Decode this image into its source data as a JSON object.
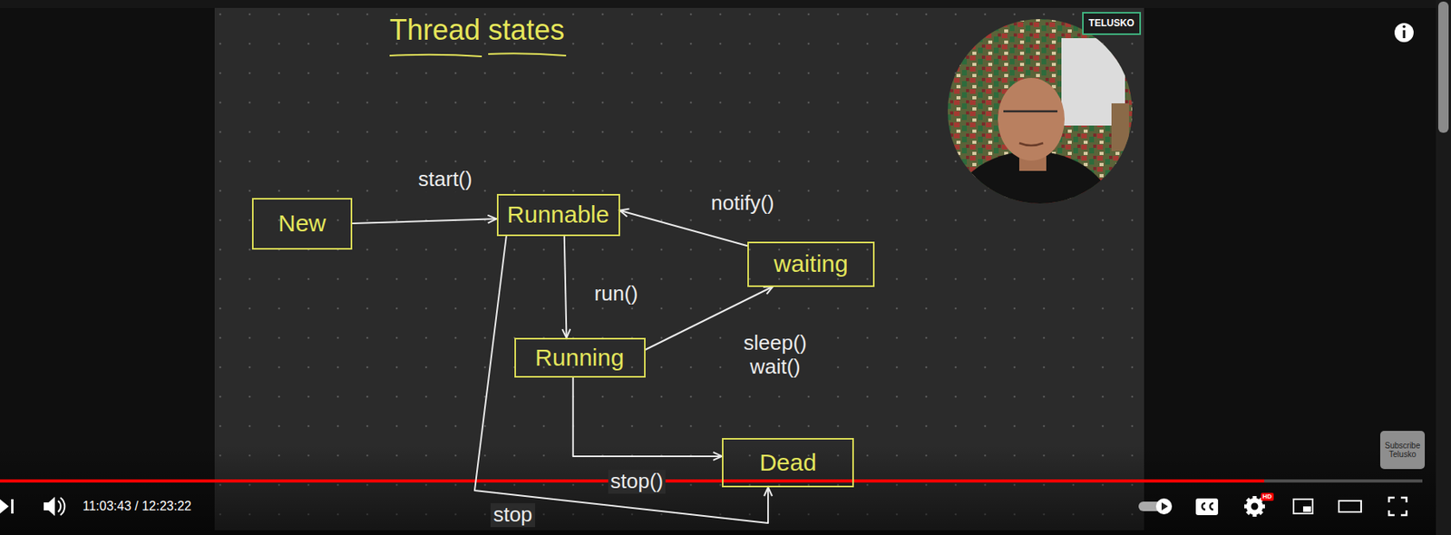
{
  "diagram": {
    "title": "Thread states",
    "nodes": [
      {
        "text": [
          "TELUSKO"
        ]
      },
      {
        "text": [
          "New"
        ]
      },
      {
        "text": [
          "Runnable"
        ]
      },
      {
        "text": [
          "waiting"
        ]
      },
      {
        "text": [
          "Running"
        ]
      },
      {
        "text": [
          "Dead"
        ]
      },
      {
        "text": [
          "Subscribe Telusko"
        ]
      }
    ],
    "edges": [
      {
        "from": 1,
        "to": 2,
        "arrow": "to",
        "label": "start()"
      },
      {
        "from": 2,
        "to": 4,
        "arrow": "to",
        "label": "run()"
      },
      {
        "from": 4,
        "to": 3,
        "arrow": "to",
        "label": "sleep() wait()"
      },
      {
        "from": 3,
        "to": 2,
        "arrow": "to",
        "label": "notify()"
      },
      {
        "from": 4,
        "to": 5,
        "arrow": "to",
        "label": "stop()"
      },
      {
        "from": 2,
        "to": 5,
        "arrow": "to",
        "label": "stop"
      }
    ],
    "labels": [
      "11:03:43 / 12:23:22",
      "HD"
    ]
  }
}
